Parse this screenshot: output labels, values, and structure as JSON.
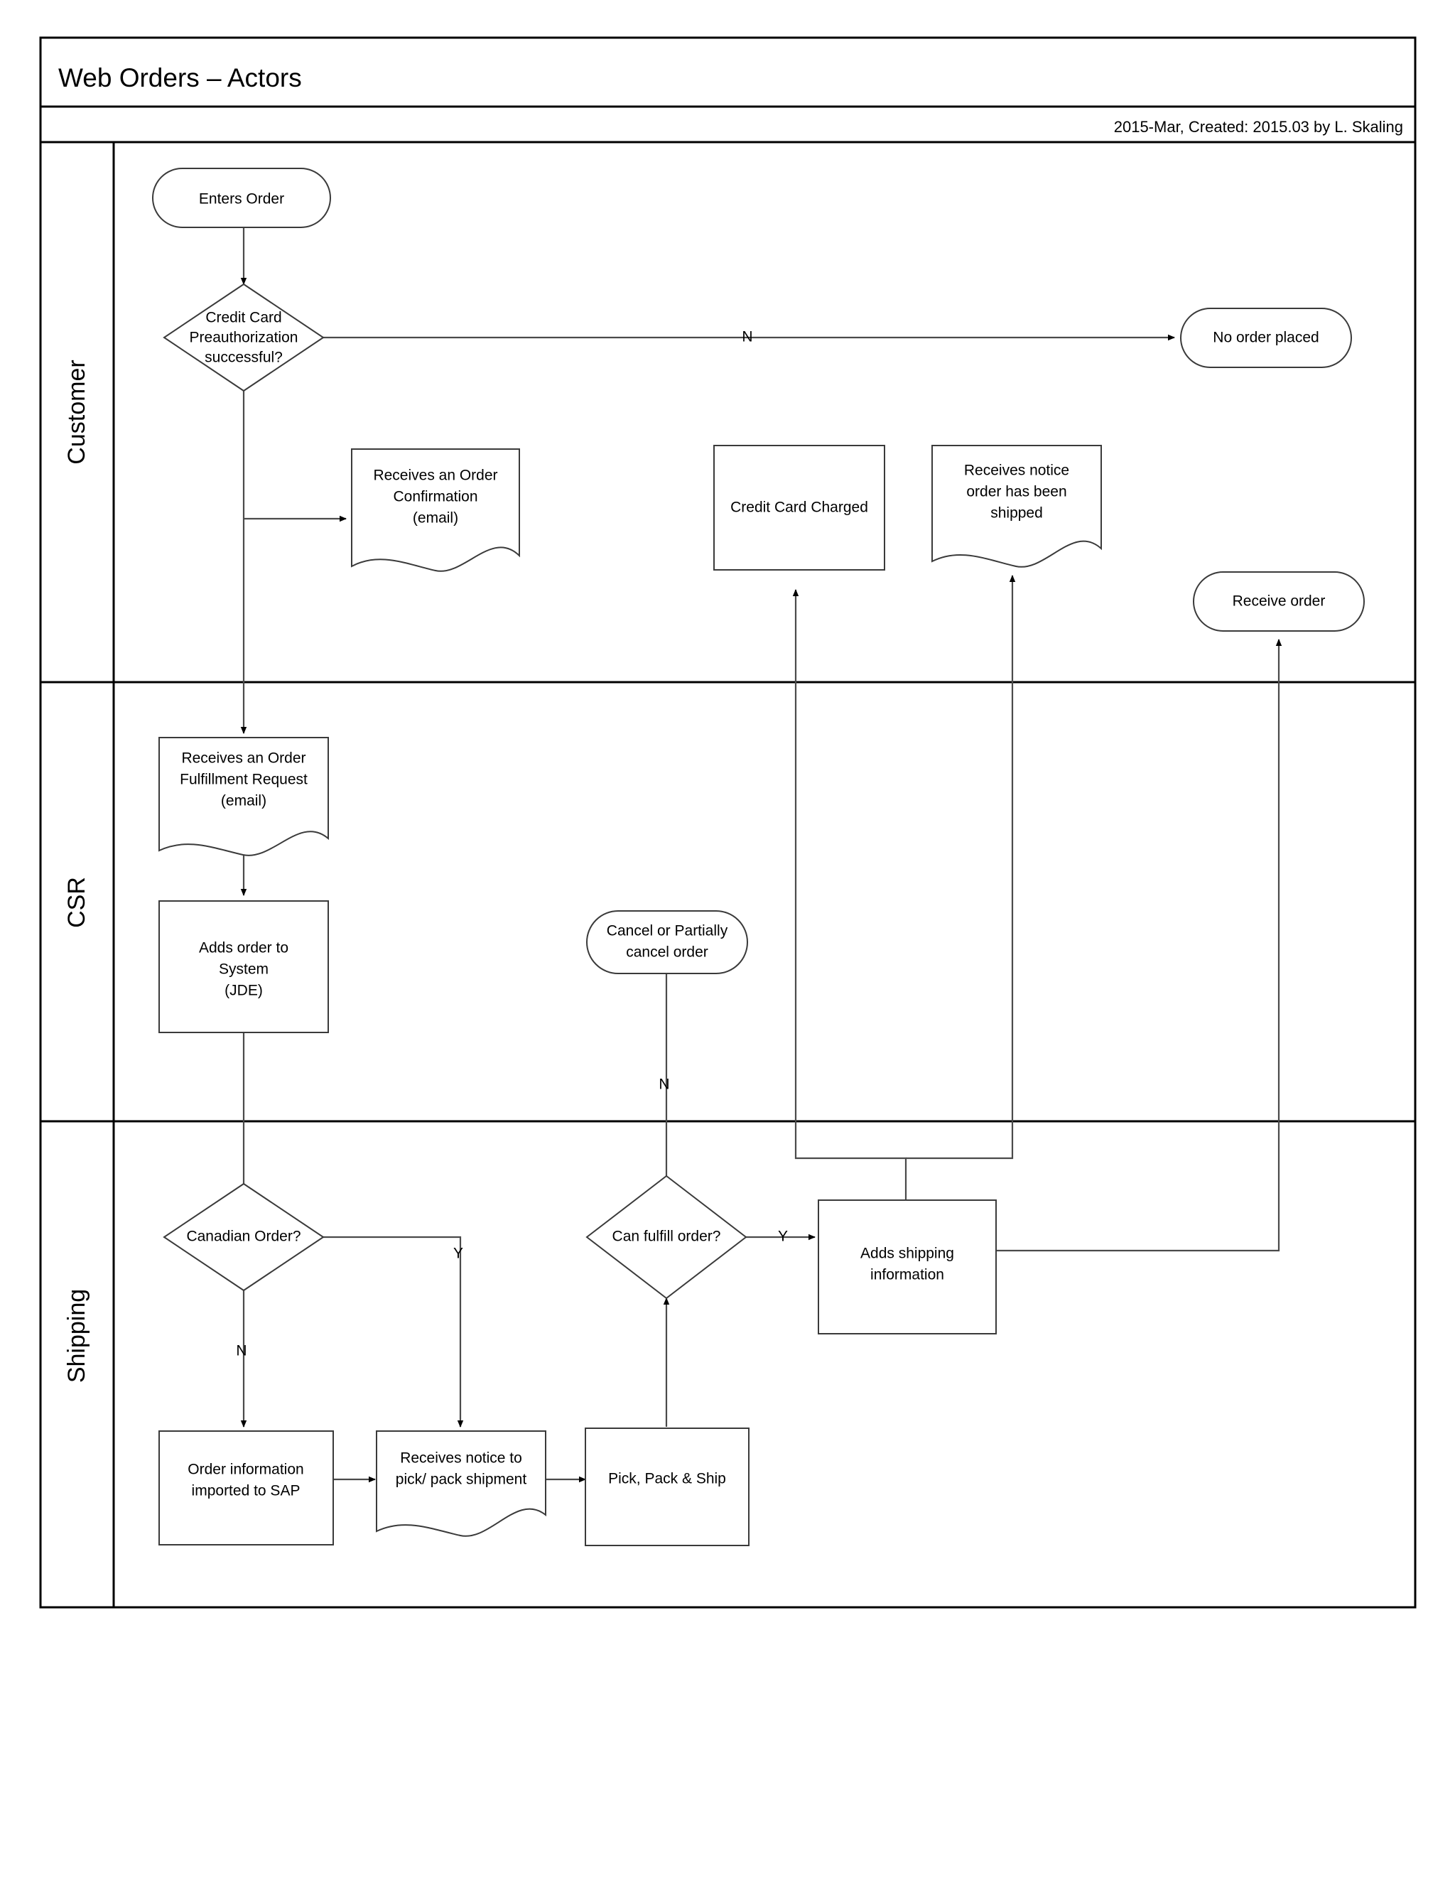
{
  "header": {
    "title": "Web Orders – Actors",
    "subtitle": "2015-Mar, Created: 2015.03 by L. Skaling"
  },
  "lanes": [
    {
      "id": "customer",
      "label": "Customer"
    },
    {
      "id": "csr",
      "label": "CSR"
    },
    {
      "id": "shipping",
      "label": "Shipping"
    }
  ],
  "nodes": {
    "enters_order": {
      "label": "Enters Order",
      "shape": "terminator",
      "lane": "customer"
    },
    "cc_preauth": {
      "line1": "Credit Card",
      "line2": "Preauthorization",
      "line3": "successful?",
      "shape": "decision",
      "lane": "customer"
    },
    "no_order_placed": {
      "label": "No order placed",
      "shape": "terminator",
      "lane": "customer"
    },
    "order_confirmation": {
      "line1": "Receives an Order",
      "line2": "Confirmation",
      "line3": "(email)",
      "shape": "document",
      "lane": "customer"
    },
    "credit_card_charged": {
      "label": "Credit Card Charged",
      "shape": "process",
      "lane": "customer"
    },
    "shipped_notice": {
      "line1": "Receives notice",
      "line2": "order has been",
      "line3": "shipped",
      "shape": "document",
      "lane": "customer"
    },
    "receive_order": {
      "label": "Receive order",
      "shape": "terminator",
      "lane": "customer"
    },
    "fulfillment_request": {
      "line1": "Receives an Order",
      "line2": "Fulfillment Request",
      "line3": "(email)",
      "shape": "document",
      "lane": "csr"
    },
    "adds_order_jde": {
      "line1": "Adds order to",
      "line2": "System",
      "line3": "(JDE)",
      "shape": "process",
      "lane": "csr"
    },
    "cancel_order": {
      "line1": "Cancel or Partially",
      "line2": "cancel order",
      "shape": "terminator",
      "lane": "csr"
    },
    "canadian_order": {
      "label": "Canadian Order?",
      "shape": "decision",
      "lane": "shipping"
    },
    "can_fulfill": {
      "label": "Can fulfill order?",
      "shape": "decision",
      "lane": "shipping"
    },
    "adds_shipping_info": {
      "line1": "Adds shipping",
      "line2": "information",
      "shape": "process",
      "lane": "shipping"
    },
    "order_to_sap": {
      "line1": "Order information",
      "line2": "imported to SAP",
      "shape": "process",
      "lane": "shipping"
    },
    "pick_pack_notice": {
      "line1": "Receives notice to",
      "line2": "pick/ pack shipment",
      "shape": "document",
      "lane": "shipping"
    },
    "pick_pack_ship": {
      "label": "Pick, Pack & Ship",
      "shape": "process",
      "lane": "shipping"
    }
  },
  "edge_labels": {
    "preauth_no": "N",
    "cancel_no": "N",
    "canadian_no": "N",
    "canadian_yes": "Y",
    "fulfill_yes": "Y"
  },
  "colors": {
    "frame": "#000000",
    "node_stroke": "#3a3a3a",
    "flow_stroke": "#4a4a4a",
    "background": "#ffffff",
    "text": "#000000"
  }
}
